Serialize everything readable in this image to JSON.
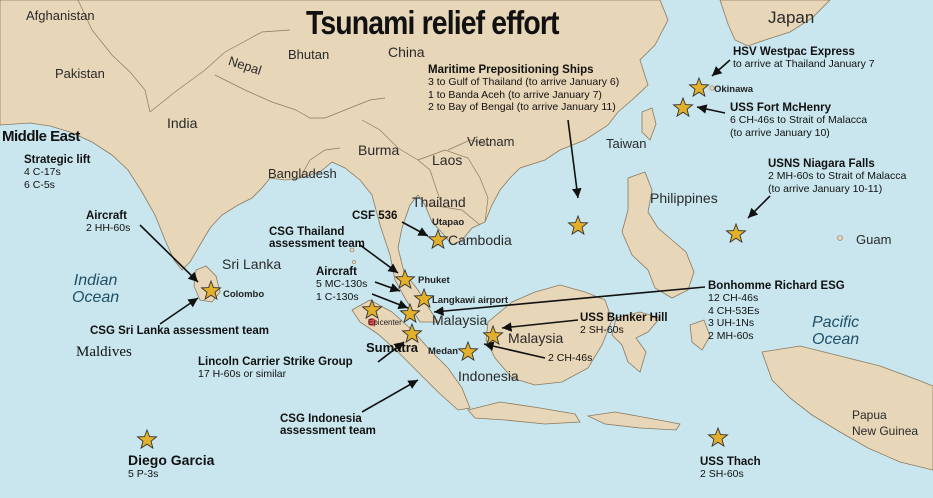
{
  "title": "Tsunami relief effort",
  "countries": [
    "Afghanistan",
    "Pakistan",
    "India",
    "Nepal",
    "Bhutan",
    "China",
    "Bangladesh",
    "Burma",
    "Laos",
    "Vietnam",
    "Thailand",
    "Cambodia",
    "Sri Lanka",
    "Malaysia",
    "Indonesia",
    "Philippines",
    "Taiwan",
    "Japan",
    "Papua",
    "New Guinea",
    "Guam",
    "Okinawa",
    "Middle East",
    "Maldives",
    "Sumatra",
    "Medan",
    "Epicenter",
    "Utapao",
    "Phuket",
    "Langkawi airport",
    "Colombo"
  ],
  "seas": {
    "indian": [
      "Indian",
      "Ocean"
    ],
    "pacific": [
      "Pacific",
      "Ocean"
    ]
  },
  "annotations": {
    "mps": {
      "heading": "Maritime Prepositioning Ships",
      "lines": [
        "3 to Gulf of Thailand (to arrive January 6)",
        "1 to Banda Aceh (to arrive January 7)",
        "2 to Bay of Bengal (to arrive January 11)"
      ]
    },
    "hsv": {
      "heading": "HSV Westpac Express",
      "lines": [
        "to arrive at Thailand January 7"
      ]
    },
    "fortmchenry": {
      "heading": "USS Fort McHenry",
      "lines": [
        "6 CH-46s to Strait of Malacca",
        "(to arrive January 10)"
      ]
    },
    "niagara": {
      "heading": "USNS Niagara Falls",
      "lines": [
        "2 MH-60s to Strait of Malacca",
        "(to arrive January 10-11)"
      ]
    },
    "strategic": {
      "heading": "Strategic lift",
      "lines": [
        "4 C-17s",
        "6 C-5s"
      ]
    },
    "aircraft1": {
      "heading": "Aircraft",
      "lines": [
        "2 HH-60s"
      ]
    },
    "csf": {
      "heading": "CSF 536",
      "lines": []
    },
    "csgthai": {
      "heading": "CSG Thailand",
      "lines": [
        "assessment team"
      ]
    },
    "aircraft2": {
      "heading": "Aircraft",
      "lines": [
        "5 MC-130s",
        "1 C-130s"
      ]
    },
    "bonhomme": {
      "heading": "Bonhomme Richard ESG",
      "lines": [
        "12 CH-46s",
        "4 CH-53Es",
        "3 UH-1Ns",
        "2 MH-60s"
      ]
    },
    "bunker": {
      "heading": "USS Bunker Hill",
      "lines": [
        "2 SH-60s"
      ]
    },
    "ch46": {
      "heading": "",
      "lines": [
        "2 CH-46s"
      ]
    },
    "csgsri": {
      "heading": "CSG Sri Lanka assessment team",
      "lines": []
    },
    "lincoln": {
      "heading": "Lincoln Carrier Strike Group",
      "lines": [
        "17 H-60s or similar"
      ]
    },
    "csgindo": {
      "heading": "CSG Indonesia",
      "lines": [
        "assessment team"
      ]
    },
    "diego": {
      "heading": "Diego Garcia",
      "lines": [
        "5 P-3s"
      ]
    },
    "thach": {
      "heading": "USS Thach",
      "lines": [
        "2 SH-60s"
      ]
    }
  },
  "colors": {
    "water": "#c9e6ee",
    "land": "#e8d6b8",
    "border": "#8a7a60",
    "star": "#e3b02b",
    "star_stroke": "#333333",
    "epicenter": "#e05050"
  }
}
